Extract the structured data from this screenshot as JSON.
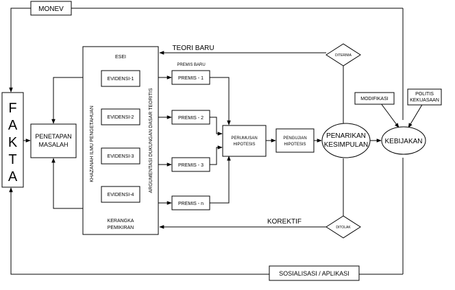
{
  "labels": {
    "monev": "MONEV",
    "fakta": [
      "F",
      "A",
      "K",
      "T",
      "A"
    ],
    "penetapan_masalah": [
      "PENETAPAN",
      "MASALAH"
    ],
    "esei": "ESEI",
    "khazanah": "KHAZANAH ILMU PENGETAHUAN",
    "argumentasi": "ARGUMENTASI DUKUNGAN DASAR TEORITIS",
    "kerangka_pemikiran": [
      "KERANGKA",
      "PEMIKIRAN"
    ],
    "evidensi": [
      "EVIDENSI-1",
      "EVIDENSI-2",
      "EVIDENSI-3",
      "EVIDENSI-4"
    ],
    "premis_baru": "PREMIS BARU",
    "premis": [
      "PREMIS - 1",
      "PREMIS - 2",
      "PREMIS - 3",
      "PREMIS - n"
    ],
    "perumusan_hipotesis": [
      "PERUMUSAN",
      "HIPOTESIS"
    ],
    "pengujian_hipotesis": [
      "PENGUJIAN",
      "HIPOTESIS"
    ],
    "penarikan_kesimpulan": [
      "PENARIKAN",
      "KESIMPULAN"
    ],
    "kebijakan": "KEBIJAKAN",
    "modifikasi": "MODIFIKASI",
    "politis_kekuasaan": [
      "POLITIS",
      "KEKUASAAN"
    ],
    "diterima": "DITERIMA",
    "ditolak": "DITOLAK",
    "teori_baru": "TEORI BARU",
    "korektif": "KOREKTIF",
    "sosialisasi": "SOSIALISASI / APLIKASI"
  }
}
